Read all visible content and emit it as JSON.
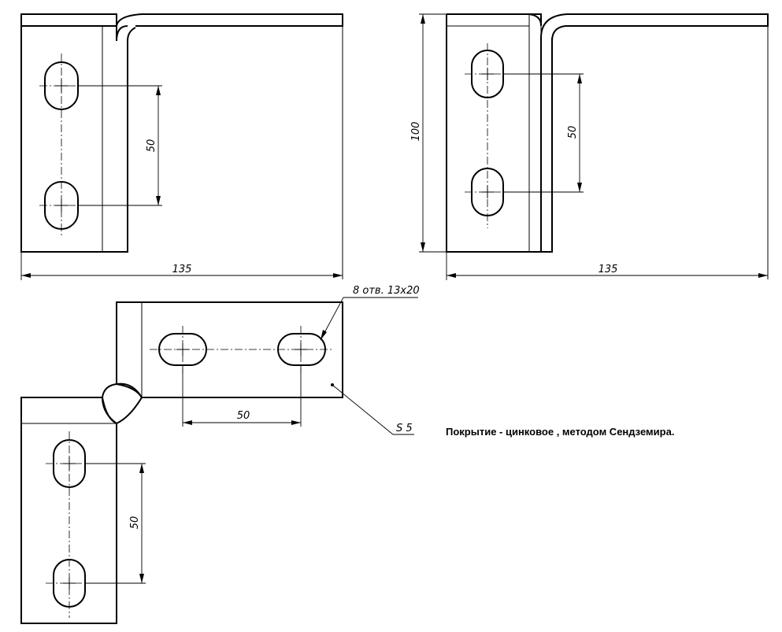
{
  "dimensions": {
    "top_left_width": "135",
    "top_left_hole_spacing": "50",
    "top_right_width": "135",
    "top_right_height": "100",
    "top_right_hole_spacing": "50",
    "bottom_horizontal_spacing": "50",
    "bottom_vertical_spacing": "50"
  },
  "callouts": {
    "holes": "8 отв. 13х20",
    "thickness": "S 5"
  },
  "note": "Покрытие - цинковое , методом Сендземира."
}
